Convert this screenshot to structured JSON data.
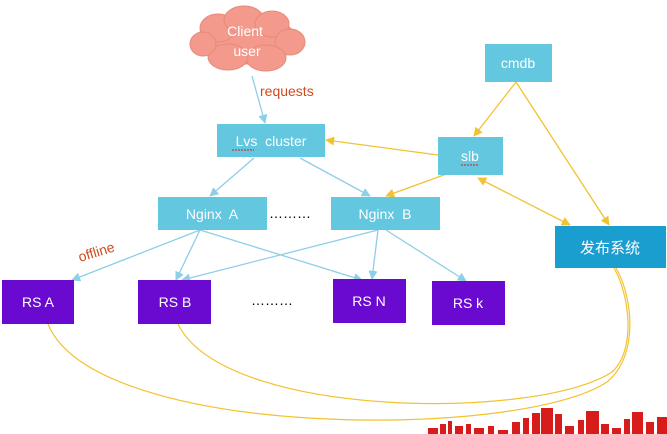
{
  "colors": {
    "light_box": "#63c7df",
    "dark_box": "#1a9ed0",
    "purple_box": "#6a0ad0",
    "cloud": "#f39a8c",
    "blue_line": "#8dcfe6",
    "yellow_line": "#f2c230",
    "annotation": "#d04a1e",
    "skyline": "#d81c1c"
  },
  "nodes": {
    "client": "Client\nuser",
    "lvs": "Lvs  cluster",
    "nginx_a": "Nginx  A",
    "nginx_b": "Nginx  B",
    "nginx_dots": "………",
    "cmdb": "cmdb",
    "slb": "slb",
    "release": "发布系统",
    "rs_a": "RS A",
    "rs_b": "RS B",
    "rs_dots": "………",
    "rs_n": "RS N",
    "rs_k": "RS k"
  },
  "annotations": {
    "requests": "requests",
    "offline": "offline"
  }
}
